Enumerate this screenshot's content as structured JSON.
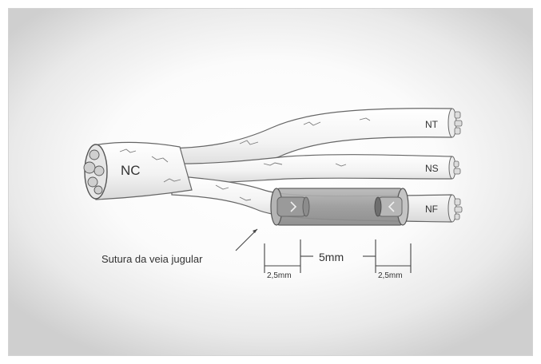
{
  "labels": {
    "nc": "NC",
    "nt": "NT",
    "ns": "NS",
    "nf": "NF",
    "suture": "Sutura da veia jugular",
    "gap": "5mm",
    "left_overlap": "2,5mm",
    "right_overlap": "2,5mm"
  },
  "colors": {
    "nerve_fill": "#f4f4f4",
    "nerve_outline": "#666666",
    "vein": "#9c9c9c",
    "text": "#333333"
  }
}
